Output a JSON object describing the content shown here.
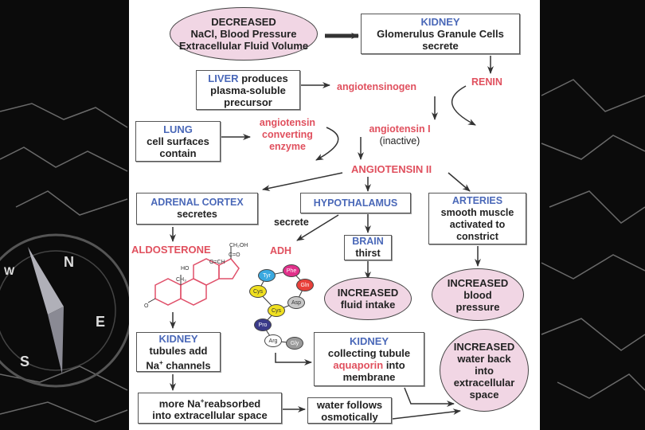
{
  "background": {
    "compass_letters": [
      "N",
      "E",
      "S",
      "W"
    ]
  },
  "stimulus": {
    "lines": [
      "DECREASED",
      "NaCl, Blood Pressure",
      "Extracellular Fluid Volume"
    ]
  },
  "kidney_top": {
    "title": "KIDNEY",
    "lines": [
      "Glomerulus Granule Cells",
      "secrete"
    ]
  },
  "renin": "RENIN",
  "liver": {
    "title": "LIVER",
    "line1_rest": " produces",
    "lines": [
      "plasma-soluble",
      "precursor"
    ]
  },
  "angiotensinogen": "angiotensinogen",
  "lung": {
    "title": "LUNG",
    "lines": [
      "cell surfaces",
      "contain"
    ]
  },
  "ace": {
    "lines": [
      "angiotensin",
      "converting",
      "enzyme"
    ]
  },
  "angiotensin_i": {
    "name": "angiotensin I",
    "note": "(inactive)"
  },
  "angiotensin_ii": "ANGIOTENSIN II",
  "adrenal": {
    "title": "ADRENAL CORTEX",
    "lines": [
      "secretes"
    ]
  },
  "hypothalamus": {
    "title": "HYPOTHALAMUS"
  },
  "arteries": {
    "title": "ARTERIES",
    "lines": [
      "smooth muscle",
      "activated to",
      "constrict"
    ]
  },
  "secrete_label": "secrete",
  "aldosterone": "ALDOSTERONE",
  "aldosterone_structure": {
    "labels": [
      "CH₂OH",
      "C=O",
      "O=CH",
      "HO",
      "CH₃",
      "O"
    ]
  },
  "adh": "ADH",
  "adh_residues": [
    "Tyr",
    "Phe",
    "Gln",
    "Asp",
    "Cys",
    "Cys",
    "Pro",
    "Arg",
    "Gly"
  ],
  "adh_colors": [
    "#3aa9e0",
    "#e0308a",
    "#e8403a",
    "#c8c8c8",
    "#f0e020",
    "#f0e020",
    "#3a3a8a",
    "#ffffff",
    "#9a9a9a"
  ],
  "brain": {
    "title": "BRAIN",
    "lines": [
      "thirst"
    ]
  },
  "fluid_intake": {
    "lines": [
      "INCREASED",
      "fluid intake"
    ]
  },
  "blood_pressure": {
    "lines": [
      "INCREASED",
      "blood",
      "pressure"
    ]
  },
  "kidney_tubules": {
    "title": "KIDNEY",
    "lines": [
      "tubules add"
    ],
    "na": "Na",
    "sup": "+",
    "rest": " channels"
  },
  "kidney_collecting": {
    "title": "KIDNEY",
    "lines": [
      "collecting tubule"
    ],
    "aquaporin": "aquaporin",
    "into": " into",
    "last": "membrane"
  },
  "water_back": {
    "lines": [
      "INCREASED",
      "water back",
      "into",
      "extracellular",
      "space"
    ]
  },
  "more_na": {
    "pre": "more Na",
    "sup": "+",
    "post": "reabsorbed",
    "line2": "into extracellular space"
  },
  "water_follows": {
    "lines": [
      "water follows",
      "osmotically"
    ]
  },
  "colors": {
    "title_blue": "#4a68b8",
    "product_red": "#e0505e",
    "ellipse_fill": "#f1d6e4"
  }
}
